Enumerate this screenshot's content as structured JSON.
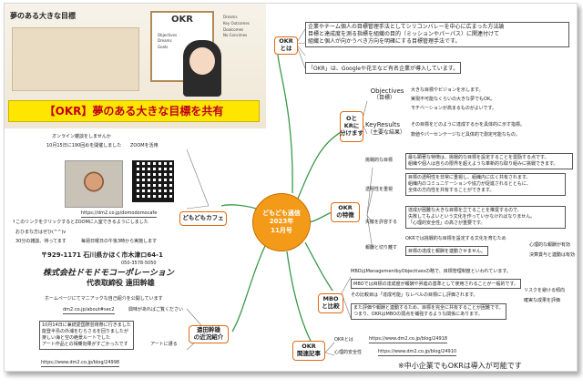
{
  "banner": {
    "title": "夢のある大きな目標",
    "okr_board_title": "OKR",
    "board_items": [
      "Objectives",
      "Dreams",
      "Goals"
    ],
    "board_side_items": [
      "Dreams",
      "Key Outcomes",
      "Doalcomes",
      "No Concimes"
    ],
    "main_text": "【OKR】夢のある大きな目標を共有"
  },
  "center": {
    "line1": "どもども通信",
    "line2": "2023年",
    "line3": "11月号"
  },
  "branches": {
    "okr_toha": {
      "label": "OKR\nとは",
      "items": [
        "企業やチーム個人の目標管理手法としてシリコンバレーを中心に広まった方法論",
        "目標と達成度を測る指標を組織の目的（ミッションやパーパス）に関連付けて",
        "組織と個人が向かうべき方向を明確にする目標管理手法です。",
        "「OKR」は、Googleや花王など有名企業が導入しています。"
      ]
    },
    "o_kr": {
      "label": "Oと\nKRに\n分けます",
      "objectives_heading": "Objectives",
      "objectives_sub": "（目標）",
      "objectives_items": [
        "大きな目標やビジョンを示します。",
        "実現不可能なくらいの大きな夢でもOK。",
        "モチベーションが高まるものがよいです。"
      ],
      "kr_heading": "KeyResults",
      "kr_sub": "（主要な結果）",
      "kr_items": [
        "その目標をどのように達成するかを具体的に示す指標。",
        "数値やパーセンテージなど具体的で測定可能なもの。"
      ]
    },
    "features": {
      "label": "OKR\nの特徴",
      "groups": [
        {
          "heading": "挑戦的な目標",
          "items": [
            "最も顕著な特徴は、挑戦的な目標を設定することを奨励する点です。",
            "組織や個人は自らの限界を超えような革新的な取り組みに挑戦できます。"
          ]
        },
        {
          "heading": "透明性を重視",
          "items": [
            "目標の透明性を非常に重視し、組織内に広く共有されます。",
            "組織内のコミュニケーションや協力が促進されるとともに、",
            "全体の方向性を共有することができます。"
          ]
        },
        {
          "heading": "失敗を許容する",
          "items": [
            "達成が困難な大きな目標を立てることを推奨するので、",
            "失敗してもよいという文化を作っていかなければなりません。",
            "「心理的安全性」の高さが重要です。"
          ]
        },
        {
          "heading": "報酬と切り離す",
          "items": [
            "OKRでは挑戦的な目標を設定する文化を育むため",
            "目標の達成と報酬を連動させません。"
          ],
          "side_items": [
            "心理的な報酬が有効",
            "決算賞与と連動は有効"
          ]
        }
      ]
    },
    "mbo": {
      "label": "MBO\nと比較",
      "items": [
        "MBOはManagementbyObjectivesの略で、目標管理制度といわれています。",
        "MBOでは目標の達成度が報酬や昇進の基準として使用されることが一般的です。",
        "その比較目は「達成可能」なレベルの目標にし評価されます。",
        "また評価や報酬と連動するため、目標を完全に共有することが困難です。",
        "つまり、OKRはMBOの弱点を補強するような関係にあります。"
      ],
      "side_items": [
        "リスクを避ける傾向",
        "確実な成果を評価"
      ]
    },
    "related": {
      "label": "OKR\n関連記事",
      "items": [
        {
          "label": "OKRとは",
          "url": "https://www.dm2.co.jp/blog/24918"
        },
        {
          "label": "心理的安全性",
          "url": "https://www.dm2.co.jp/blog/24910"
        }
      ]
    },
    "cafe": {
      "label": "どもどもカフェ",
      "items": [
        "オンライン雑談をしませんか",
        "10月15日に190回めを開催しました",
        "ZOOMを活用",
        "https://dm2.co.jp/domodomocafe",
        "↑このリンクをクリックするとZOOMに入室できるようにしました",
        "おひまな方はぜひ(^^)v",
        "毎週日曜日の午後3時から実施します",
        "30分の雑談、待ってます"
      ]
    },
    "company": {
      "address": "〒929-1171 石川県かほく市木津ロ64-1",
      "logo_text": "株式会社ドモドモコーポレーション",
      "phone": "050-3578-5050",
      "representative": "代表取締役 遠田幹雄"
    },
    "trainer": {
      "label": "遠田幹雄\nの近況紹介",
      "items": [
        "ホームページにてマニアックな自己紹介を公開しています",
        "dm2.co.jp/about#sec2",
        "興味があればご覧ください",
        "10月14日に兼続愛国際芸術祭に行きました",
        "能登半島の外浦をむらさるを回りましたが",
        "楽しい海と空の絶景ルートでした",
        "アート作品との相乗効果がすごかったです",
        "https://www.dm2.co.jp/blog/24998",
        "アートに遭る"
      ]
    }
  },
  "footer_note": "※中小企業でもOKRは導入が可能です",
  "colors": {
    "accent": "#f39b19",
    "branch": "#2e8b57",
    "banner_yellow": "#ffe600",
    "banner_red": "#c0001a"
  }
}
